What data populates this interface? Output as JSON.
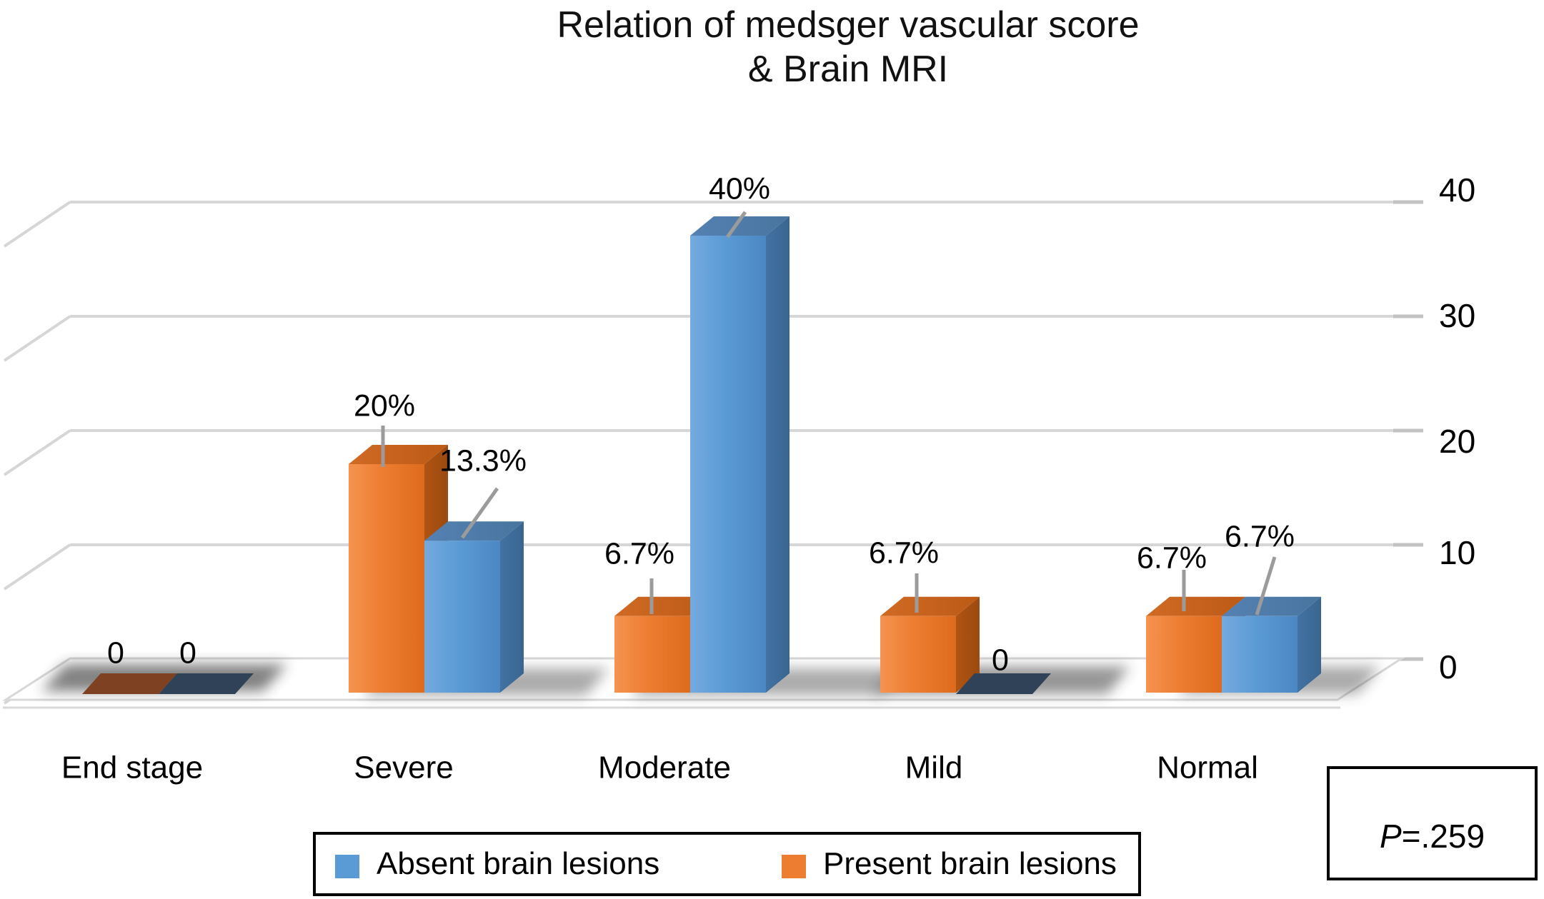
{
  "title": {
    "line1": "Relation of medsger vascular score",
    "line2": "& Brain MRI"
  },
  "p_box": {
    "p": "P",
    "rest": "=.259"
  },
  "chart_data": {
    "type": "bar",
    "projection": "3d",
    "title": "Relation of medsger vascular score & Brain MRI",
    "categories": [
      "End stage",
      "Severe",
      "Moderate",
      "Mild",
      "Normal"
    ],
    "series": [
      {
        "name": "Absent brain lesions",
        "color": "#5B9BD5",
        "values": [
          0,
          13.3,
          40,
          0,
          6.7
        ],
        "display_labels": [
          "0",
          "13.3%",
          "40%",
          "0",
          "6.7%"
        ]
      },
      {
        "name": "Present brain lesions",
        "color": "#ED7D31",
        "values": [
          0,
          20,
          6.7,
          6.7,
          6.7
        ],
        "display_labels": [
          "0",
          "20%",
          "6.7%",
          "6.7%",
          "6.7%"
        ]
      }
    ],
    "y_axis": {
      "side": "right",
      "range": [
        0,
        40
      ],
      "ticks": [
        40,
        30,
        20,
        10,
        0
      ],
      "tick_labels": [
        "40",
        "30",
        "20",
        "10",
        "0"
      ]
    },
    "annotation": "P=.259",
    "legend_position": "bottom",
    "gridlines": true
  }
}
